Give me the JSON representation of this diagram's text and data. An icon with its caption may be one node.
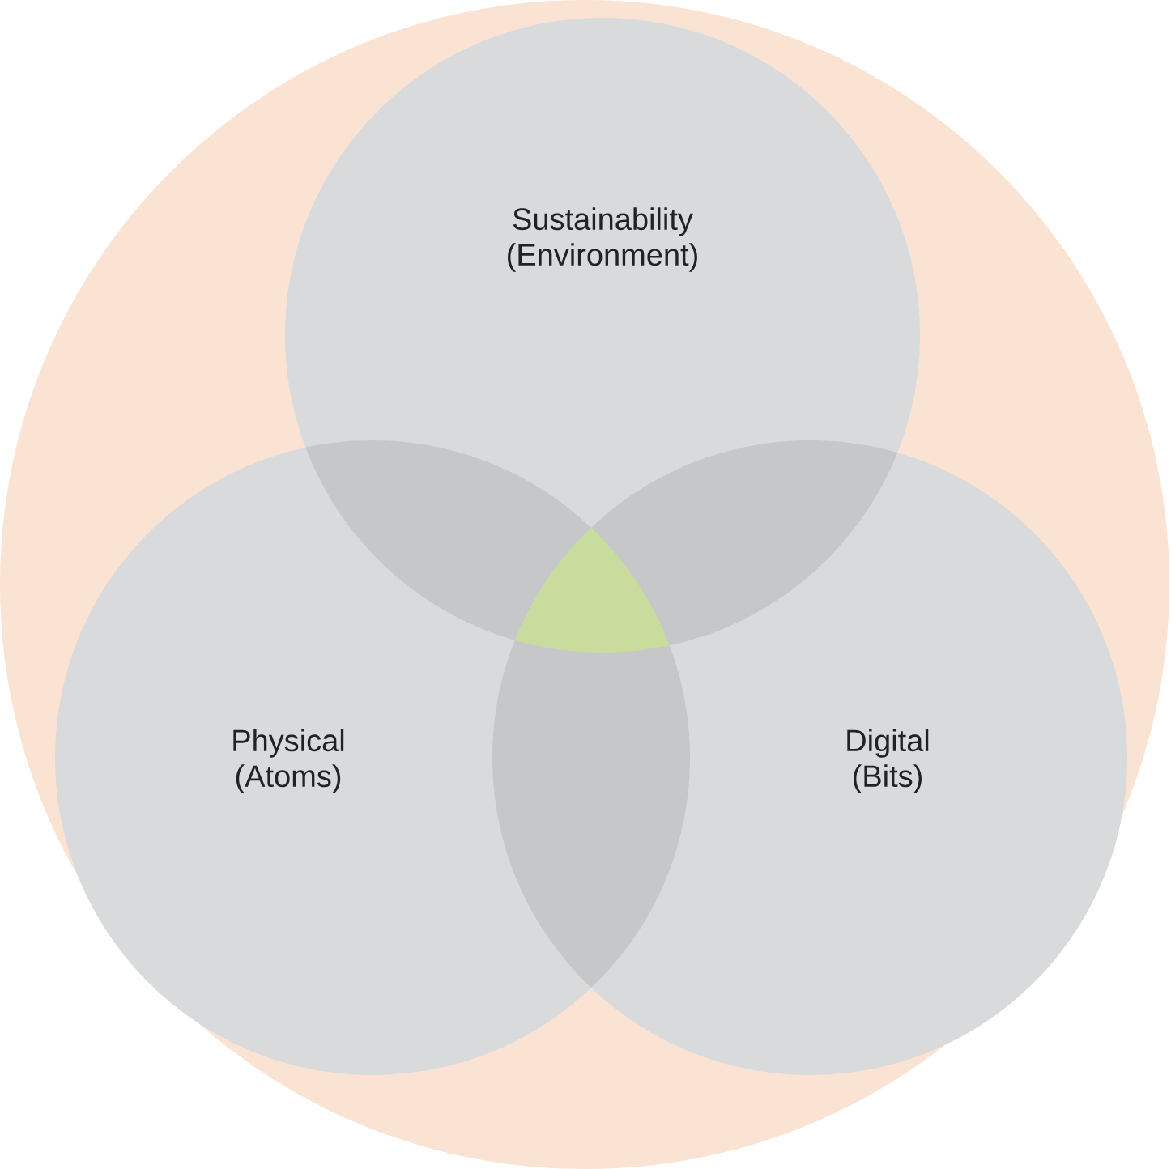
{
  "diagram": {
    "nodes": [
      {
        "text": [],
        "shape": "circle"
      },
      {
        "text": [
          "Sustainability (Environment)"
        ],
        "in": 0
      },
      {
        "text": [
          "Physical (Atoms)"
        ],
        "in": 0
      },
      {
        "text": [
          "Digital (Bits)"
        ],
        "in": 0
      }
    ]
  }
}
